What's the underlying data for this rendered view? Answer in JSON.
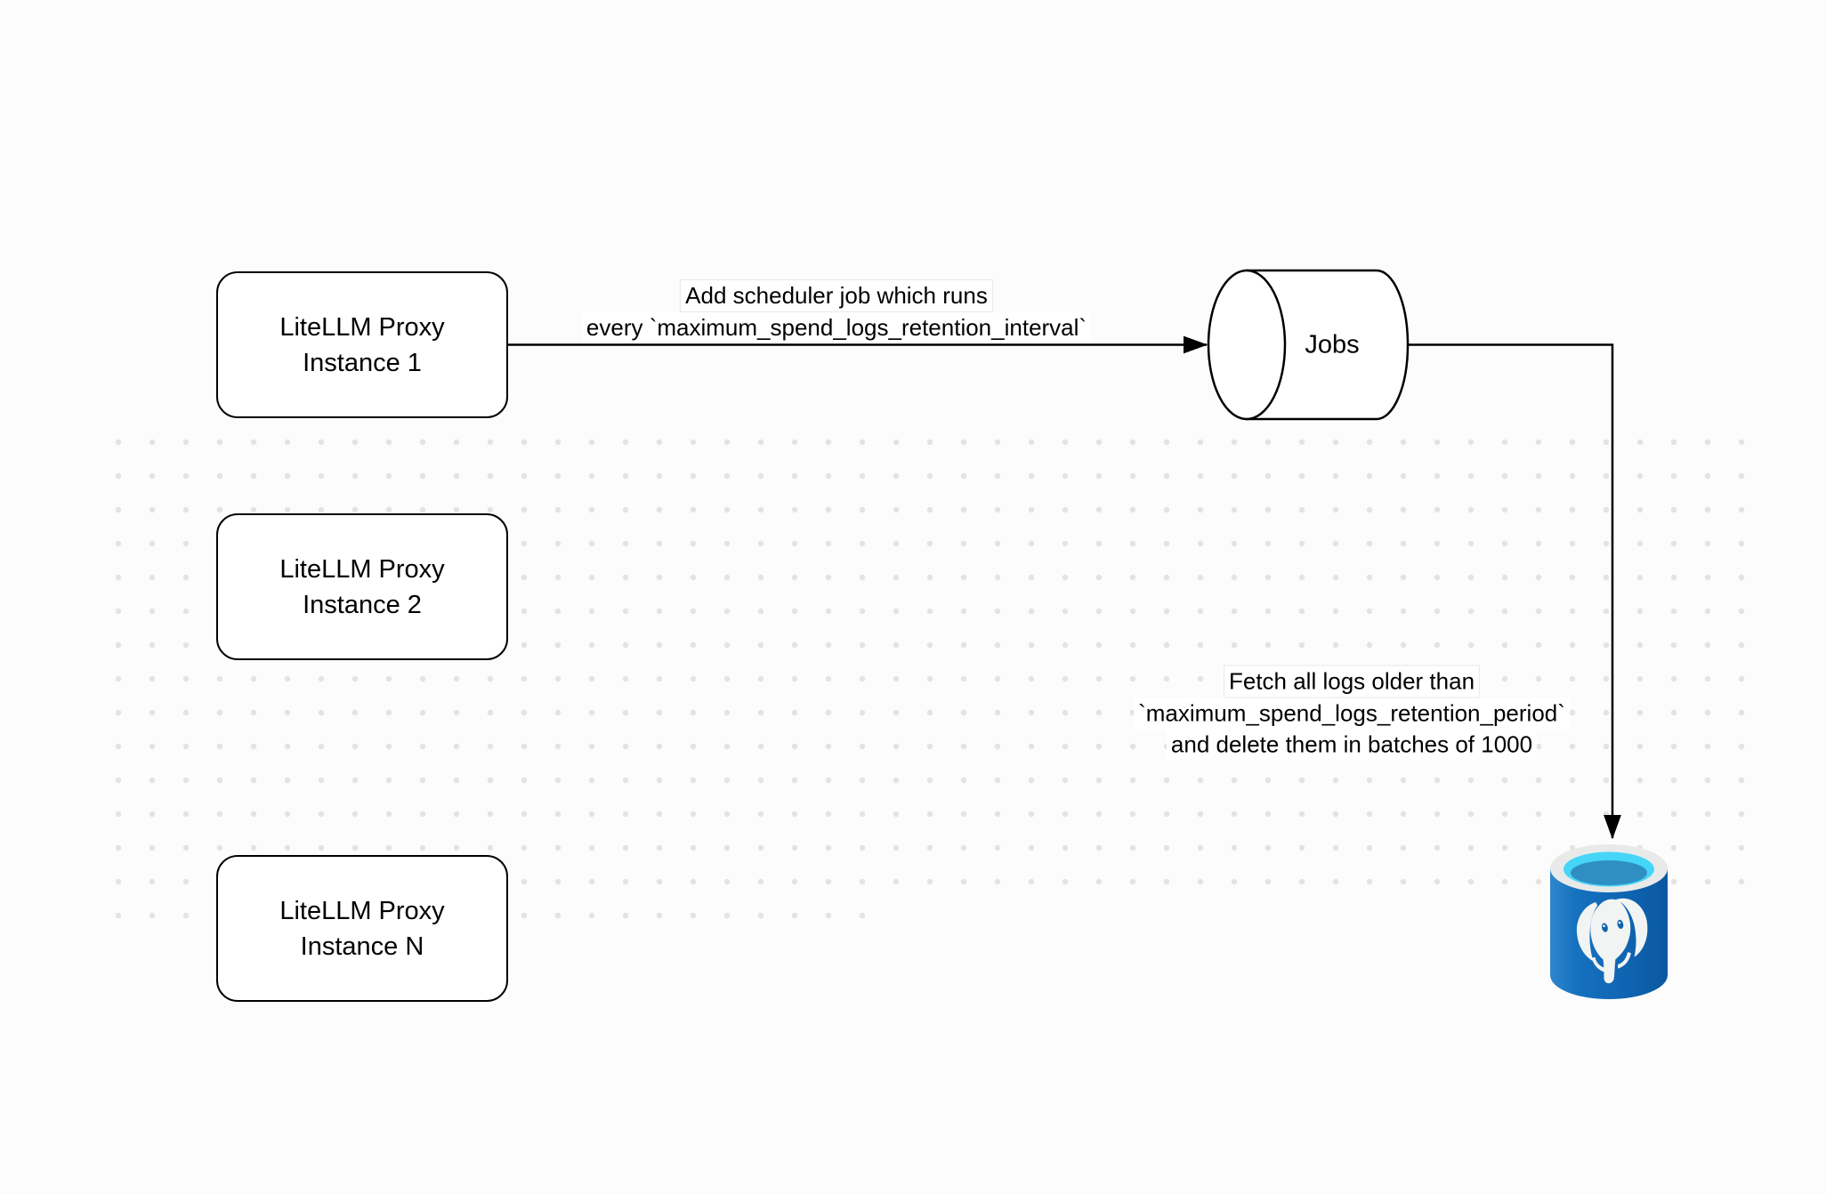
{
  "diagram": {
    "nodes": {
      "proxy_instance_1": {
        "line1": "LiteLLM Proxy",
        "line2": "Instance 1"
      },
      "proxy_instance_2": {
        "line1": "LiteLLM Proxy",
        "line2": "Instance 2"
      },
      "proxy_instance_n": {
        "line1": "LiteLLM Proxy",
        "line2": "Instance N"
      },
      "jobs_queue": {
        "label": "Jobs"
      },
      "postgres_database": {
        "icon": "postgresql-elephant-cylinder"
      }
    },
    "edges": {
      "add_scheduler_job": {
        "line1": "Add scheduler job which runs",
        "line2": "every `maximum_spend_logs_retention_interval`"
      },
      "fetch_and_delete": {
        "line1": "Fetch all logs older than",
        "line2": "`maximum_spend_logs_retention_period`",
        "line3": "and delete them in batches of 1000"
      }
    },
    "colors": {
      "stroke": "#000000",
      "canvas_bg": "#fcfcfc",
      "shape_fill": "#ffffff",
      "dot_grid": "#e3e3e3",
      "pg_body_light": "#2e86cd",
      "pg_body_mid": "#1068b5",
      "pg_body_dark": "#0a58a1",
      "pg_rim": "#e8eaea",
      "pg_opening_cyan": "#45d5f7",
      "pg_opening_teal": "#2f8fc2",
      "pg_elephant": "#f2f4f3"
    }
  }
}
